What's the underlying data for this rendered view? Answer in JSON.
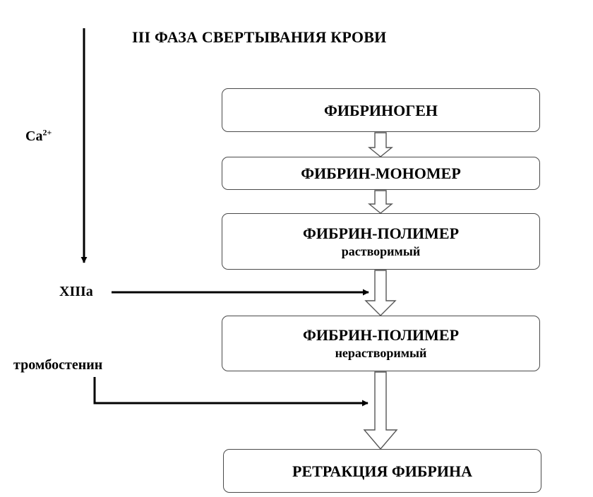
{
  "title": "III ФАЗА СВЕРТЫВАНИЯ КРОВИ",
  "factors": {
    "calcium": {
      "base": "Ca",
      "superscript": "2+"
    },
    "factor_xiiia": "XIIIa",
    "thrombostenin": "тромбостенин"
  },
  "steps": [
    {
      "title": "ФИБРИНОГЕН"
    },
    {
      "title": "ФИБРИН-МОНОМЕР"
    },
    {
      "title": "ФИБРИН-ПОЛИМЕР",
      "subtitle": "растворимый"
    },
    {
      "title": "ФИБРИН-ПОЛИМЕР",
      "subtitle": "нерастворимый"
    },
    {
      "title": "РЕТРАКЦИЯ ФИБРИНА"
    }
  ],
  "colors": {
    "line": "#000000",
    "box_border": "#4a4a4a",
    "block_arrow": "#555555",
    "background": "#ffffff"
  }
}
